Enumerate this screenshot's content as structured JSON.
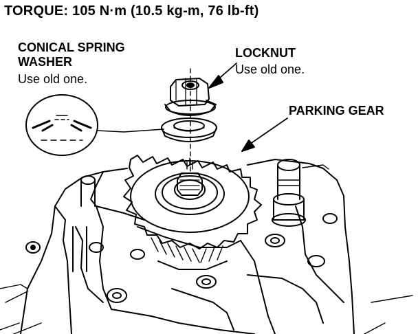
{
  "torque": "TORQUE: 105 N·m (10.5 kg-m, 76 lb-ft)",
  "labels": {
    "conical_spring_washer": {
      "line1": "CONICAL SPRING",
      "line2": "WASHER",
      "note": "Use old one."
    },
    "locknut": {
      "name": "LOCKNUT",
      "note": "Use old one."
    },
    "parking_gear": {
      "name": "PARKING GEAR"
    }
  },
  "colors": {
    "ink": "#000000",
    "paper": "#ffffff"
  }
}
